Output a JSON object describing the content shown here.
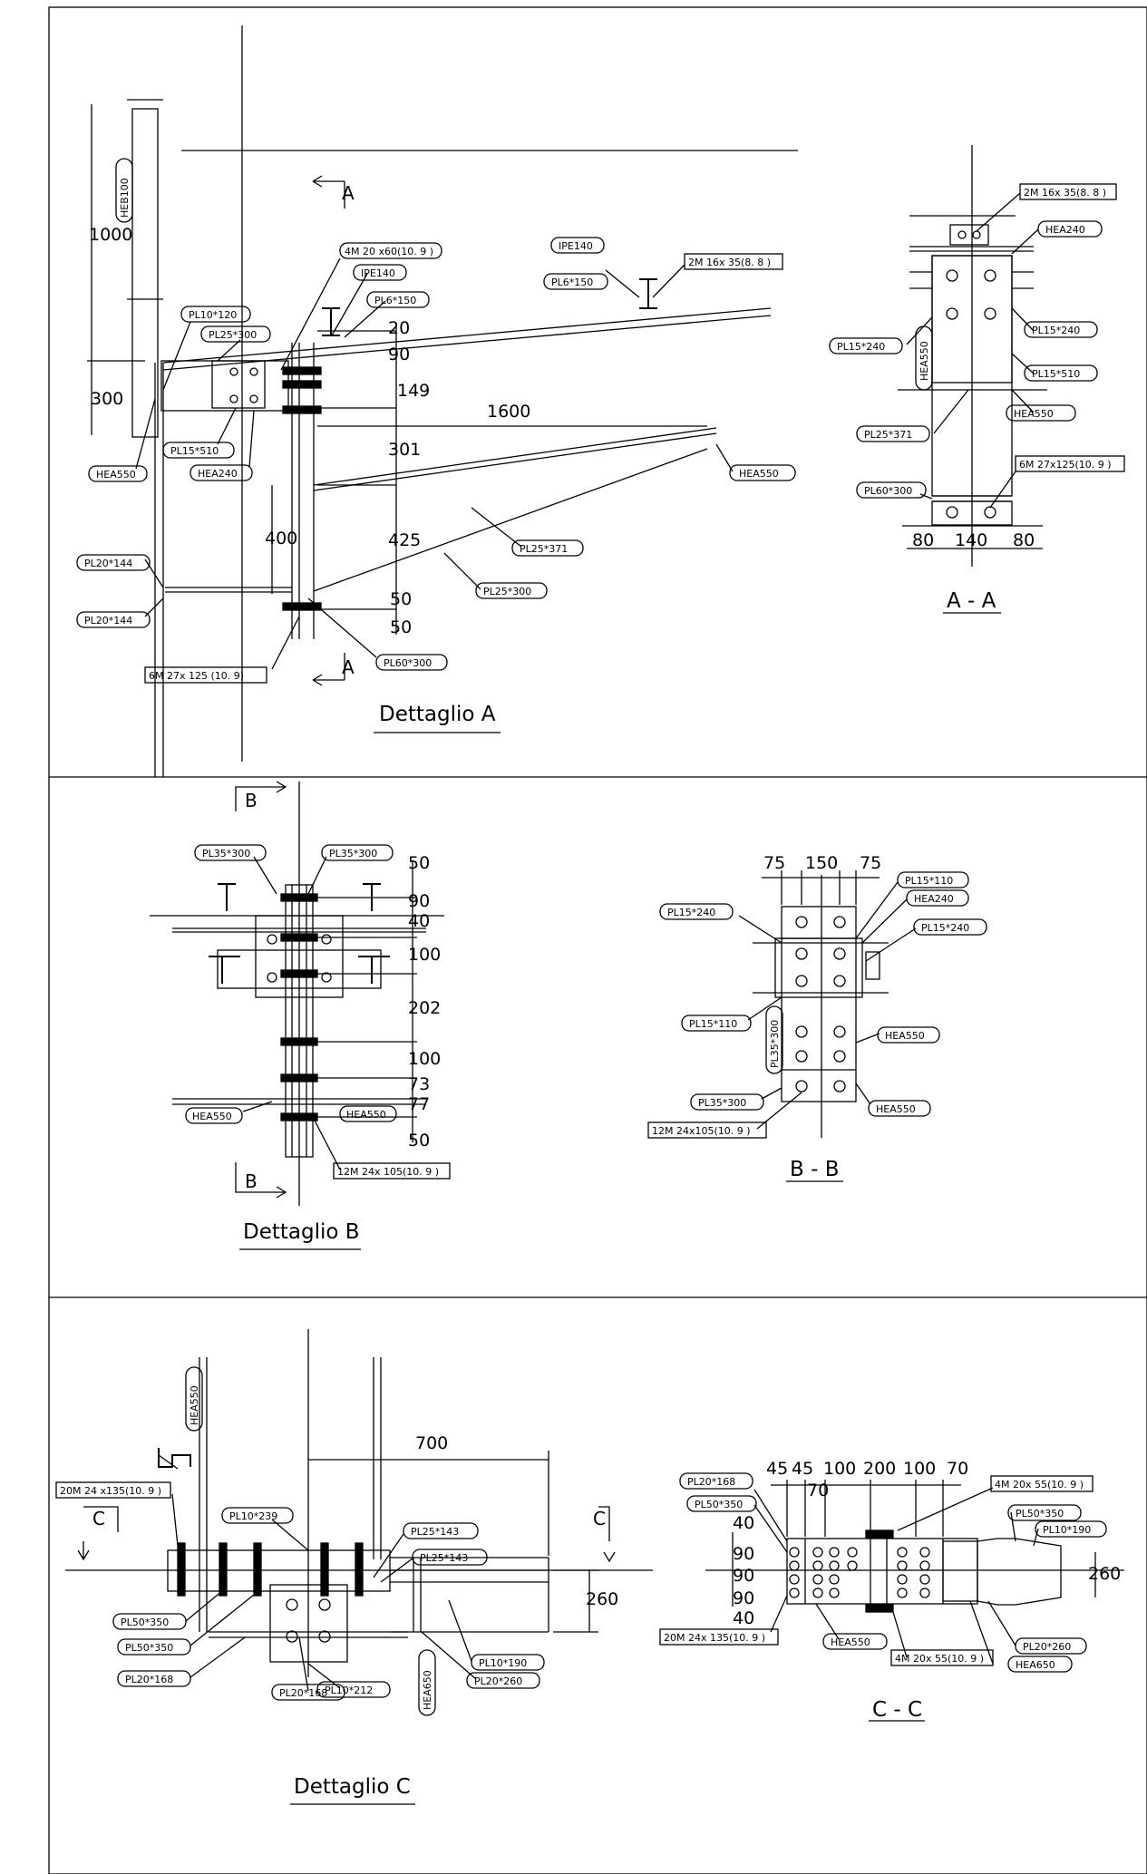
{
  "panels": {
    "a": {
      "title": "Dettaglio A",
      "section_title": "A - A",
      "section_marker": "A",
      "labels": {
        "heb100": "HEB100",
        "bolts_4m": "4M 20 x60(10. 9 )",
        "ipe140_1": "IPE140",
        "pl6_150_1": "PL6*150",
        "ipe140_2": "IPE140",
        "bolts_2m": "2M 16x 35(8. 8 )",
        "pl6_150_2": "PL6*150",
        "pl10_120": "PL10*120",
        "pl25_300_top": "PL25*300",
        "pl15_510": "PL15*510",
        "hea240": "HEA240",
        "hea550_left": "HEA550",
        "hea550_right": "HEA550",
        "pl20_144_top": "PL20*144",
        "pl20_144_bot": "PL20*144",
        "pl25_371": "PL25*371",
        "pl25_300_bot": "PL25*300",
        "pl60_300": "PL60*300",
        "bolts_6m": "6M 27x 125 (10. 9)"
      },
      "dims": {
        "d1000": "1000",
        "d300": "300",
        "d20": "20",
        "d90": "90",
        "d149": "149",
        "d1600": "1600",
        "d301": "301",
        "d400": "400",
        "d425": "425",
        "d50a": "50",
        "d50b": "50"
      },
      "section_labels": {
        "bolts_2m": "2M 16x 35(8. 8 )",
        "hea240": "HEA240",
        "pl15_240_l": "PL15*240",
        "pl15_240_r": "PL15*240",
        "hea550_v": "HEA550",
        "pl15_510": "PL15*510",
        "hea550": "HEA550",
        "pl25_371": "PL25*371",
        "bolts_6m": "6M 27x125(10. 9 )",
        "pl60_300": "PL60*300"
      },
      "section_dims": {
        "d80a": "80",
        "d140": "140",
        "d80b": "80"
      }
    },
    "b": {
      "title": "Dettaglio B",
      "section_title": "B - B",
      "section_marker": "B",
      "labels": {
        "pl35_300_l": "PL35*300",
        "pl35_300_r": "PL35*300",
        "hea550_l": "HEA550",
        "hea550_r": "HEA550",
        "bolts_12m": "12M 24x 105(10. 9 )"
      },
      "dims": {
        "d50a": "50",
        "d90": "90",
        "d40": "40",
        "d100a": "100",
        "d202": "202",
        "d100b": "100",
        "d73": "73",
        "d77": "77",
        "d50b": "50"
      },
      "section_labels": {
        "pl15_110_t": "PL15*110",
        "hea240": "HEA240",
        "pl15_240_l": "PL15*240",
        "pl15_240_r": "PL15*240",
        "pl15_110_b": "PL15*110",
        "pl35_300_v": "PL35*300",
        "hea550_a": "HEA550",
        "pl35_300": "PL35*300",
        "hea550_b": "HEA550",
        "bolts_12m": "12M 24x105(10. 9 )"
      },
      "section_dims": {
        "d75a": "75",
        "d150": "150",
        "d75b": "75"
      }
    },
    "c": {
      "title": "Dettaglio C",
      "section_title": "C - C",
      "section_marker": "C",
      "labels": {
        "hea550": "HEA550",
        "bolts_20m": "20M 24 x135(10. 9 )",
        "pl10_239": "PL10*239",
        "pl25_143_a": "PL25*143",
        "pl25_143_b": "PL25*143",
        "pl50_350_a": "PL50*350",
        "pl50_350_b": "PL50*350",
        "pl20_168_a": "PL20*168",
        "pl20_168_b": "PL20*168",
        "pl10_212": "PL10*212",
        "pl10_190": "PL10*190",
        "pl20_260": "PL20*260",
        "hea650": "HEA650"
      },
      "dims": {
        "d700": "700",
        "d260": "260"
      },
      "section_labels": {
        "pl20_168": "PL20*168",
        "pl50_350": "PL50*350",
        "bolts_4m_t": "4M 20x 55(10. 9 )",
        "pl50_350_r": "PL50*350",
        "pl10_190": "PL10*190",
        "pl20_260": "PL20*260",
        "hea650": "HEA650",
        "hea550": "HEA550",
        "bolts_4m_b": "4M 20x 55(10. 9 )",
        "bolts_20m": "20M 24x 135(10. 9 )"
      },
      "section_dims": {
        "d45a": "45",
        "d45b": "45",
        "d100a": "100",
        "d200": "200",
        "d100b": "100",
        "d70": "70",
        "d70b": "70",
        "d40a": "40",
        "d90a": "90",
        "d90b": "90",
        "d90c": "90",
        "d40b": "40",
        "d260": "260"
      }
    }
  }
}
